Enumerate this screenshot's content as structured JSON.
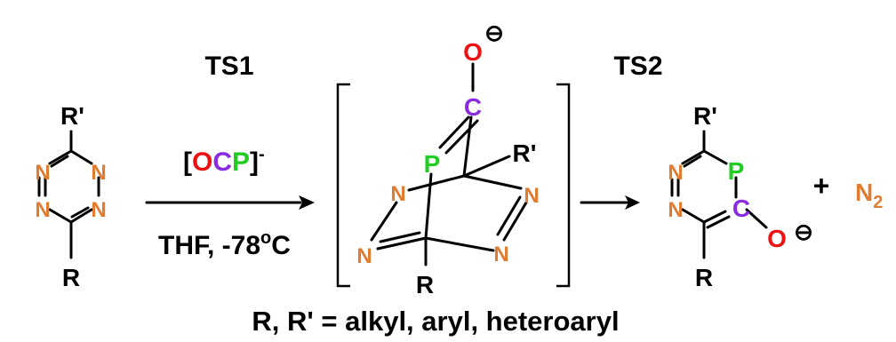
{
  "colors": {
    "nitrogen": "#e07b30",
    "phosphorus": "#22cc22",
    "carbon": "#8a2be2",
    "oxygen": "#ee1111",
    "black": "#000000"
  },
  "atoms": {
    "N": "N",
    "P": "P",
    "C": "C",
    "O": "O",
    "R": "R",
    "R_prime": "R'",
    "negative_charge": "⊖"
  },
  "labels": {
    "ts1": "TS1",
    "ts2": "TS2",
    "reagent_open": "[",
    "reagent_close": "]",
    "reagent_minus": "-",
    "conditions_pre": "THF, -78",
    "conditions_deg": "o",
    "conditions_post": "C",
    "plus": "+",
    "dinitrogen_n": "N",
    "dinitrogen_sub": "2",
    "footnote": "R, R' = alkyl, aryl, heteroaryl"
  }
}
